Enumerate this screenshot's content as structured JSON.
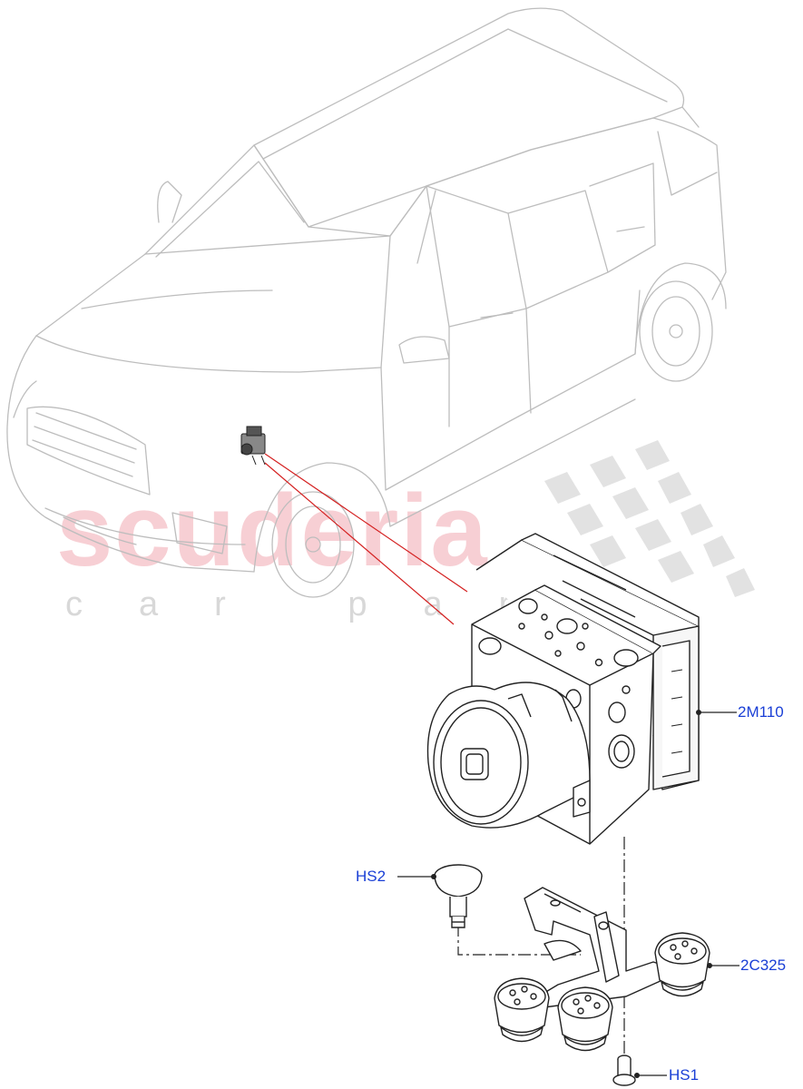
{
  "watermark": {
    "brand": "scuderia",
    "tagline": "car parts"
  },
  "callouts": [
    {
      "id": "abs-module",
      "label": "2M110"
    },
    {
      "id": "bracket",
      "label": "2C325"
    },
    {
      "id": "stud",
      "label": "HS2"
    },
    {
      "id": "bolt",
      "label": "HS1"
    }
  ],
  "colors": {
    "callout_text": "#1a3fd6",
    "leader_red": "#d42020",
    "line_art": "#222222",
    "vehicle_outline": "#bdbdbd"
  }
}
